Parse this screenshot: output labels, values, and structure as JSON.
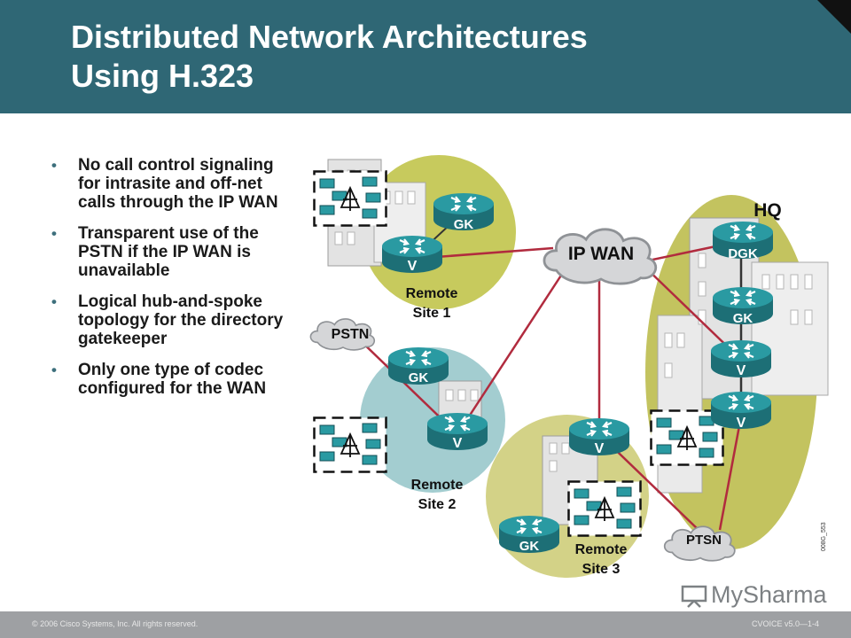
{
  "slide": {
    "title_line1": "Distributed Network Architectures",
    "title_line2": "Using H.323",
    "bullets": [
      "No call control signaling for intrasite and off-net calls through the IP WAN",
      "Transparent use of the PSTN if the IP WAN is unavailable",
      "Logical hub-and-spoke topology for the directory gatekeeper",
      "Only one type of codec configured for the WAN"
    ]
  },
  "diagram": {
    "hq_label": "HQ",
    "ip_wan_label": "IP WAN",
    "pstn_label": "PSTN",
    "ptsn_label": "PTSN",
    "site1_line1": "Remote",
    "site1_line2": "Site 1",
    "site2_line1": "Remote",
    "site2_line2": "Site 2",
    "site3_line1": "Remote",
    "site3_line2": "Site 3",
    "gk": "GK",
    "dgk": "DGK",
    "v": "V",
    "figure_code": "008G_553",
    "colors": {
      "site1": "#c7ca5d",
      "site2": "#a3cdd0",
      "site3": "#d3d287",
      "hq": "#c3c35f",
      "link": "#b12b3e",
      "router": "#268d94"
    },
    "icons": [
      "router-icon",
      "cloud-icon",
      "phone-cluster-icon",
      "building-icon"
    ]
  },
  "footer": {
    "copyright": "© 2006 Cisco Systems, Inc. All rights reserved.",
    "course": "CVOICE v5.0—1-4"
  },
  "watermark": "MySharma"
}
